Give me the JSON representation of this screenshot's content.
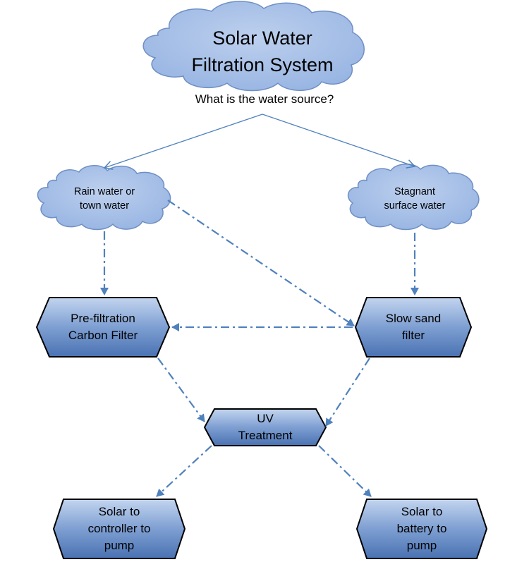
{
  "title": {
    "line1": "Solar Water",
    "line2": "Filtration System"
  },
  "question": "What is the water source?",
  "sources": {
    "rain": {
      "line1": "Rain water or",
      "line2": "town water"
    },
    "stagnant": {
      "line1": "Stagnant",
      "line2": "surface water"
    }
  },
  "filters": {
    "carbon": {
      "line1": "Pre-filtration",
      "line2": "Carbon Filter"
    },
    "sand": {
      "line1": "Slow sand",
      "line2": "filter"
    }
  },
  "uv": {
    "line1": "UV",
    "line2": "Treatment"
  },
  "outputs": {
    "controller": {
      "line1": "Solar to",
      "line2": "controller to",
      "line3": "pump"
    },
    "battery": {
      "line1": "Solar to",
      "line2": "battery to",
      "line3": "pump"
    }
  },
  "colors": {
    "cloud_fill": "#a9c2e8",
    "cloud_stroke": "#6f8fc4",
    "box_fill_top": "#b9cdea",
    "box_fill_bottom": "#4f76b4",
    "box_stroke": "#000000",
    "connector": "#4f81bd"
  }
}
